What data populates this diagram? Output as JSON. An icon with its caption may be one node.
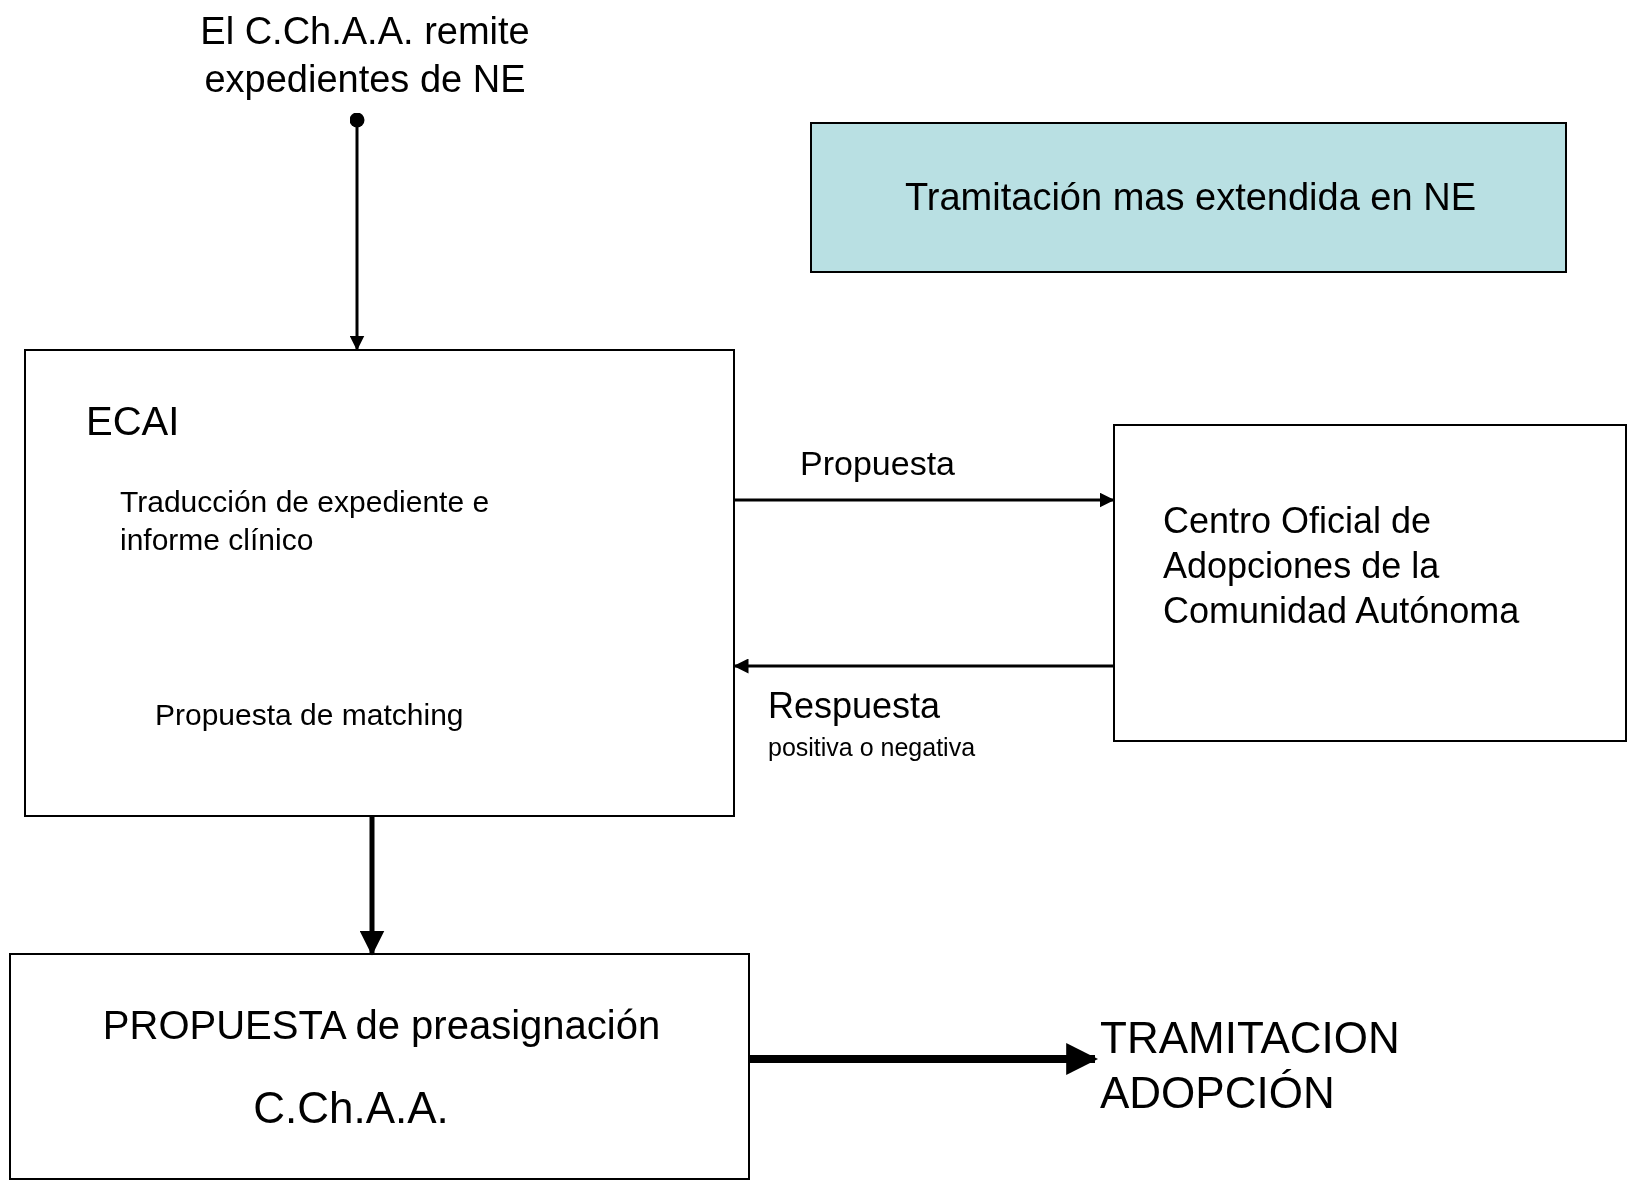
{
  "diagram": {
    "nodes": [
      {
        "text": [
          "El C.Ch.A.A. remite expedientes de NE"
        ]
      },
      {
        "text": [
          "Tramitación mas extendida en NE"
        ]
      },
      {
        "text": [
          "ECAI",
          "Traducción de expediente e informe clínico",
          "Propuesta de matching"
        ]
      },
      {
        "text": [
          "Centro Oficial de Adopciones de la Comunidad Autónoma"
        ]
      },
      {
        "text": [
          "PROPUESTA de preasignación",
          "C.Ch.A.A."
        ]
      },
      {
        "text": [
          "TRAMITACION ADOPCIÓN"
        ]
      }
    ],
    "edges": [
      {
        "from": 0,
        "to": 2,
        "arrow": "to"
      },
      {
        "from": 2,
        "to": 3,
        "arrow": "to",
        "label": "Propuesta"
      },
      {
        "from": 3,
        "to": 2,
        "arrow": "to",
        "label": "Respuesta"
      },
      {
        "from": 2,
        "to": 4,
        "arrow": "to"
      },
      {
        "from": 4,
        "to": 5,
        "arrow": "to",
        "style": "thick"
      }
    ],
    "labels": [
      "positiva o negativa"
    ]
  }
}
